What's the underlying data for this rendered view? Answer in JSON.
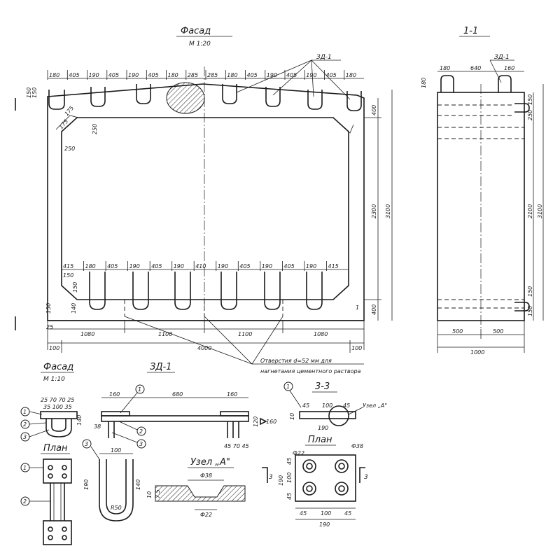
{
  "titles": {
    "facade_main": "Фасад",
    "facade_main_scale": "М 1:20",
    "section_1_1": "1-1",
    "facade_small": "Фасад",
    "facade_small_scale": "М 1:10",
    "zd1_title": "ЗД-1",
    "plan_left": "План",
    "section_3_3": "3-3",
    "plan_right": "План",
    "node_a": "Узел „А\"",
    "node_a_ref": "Узел „А\""
  },
  "labels": {
    "zd1_top": "ЗД-1",
    "zd1_section": "ЗД-1",
    "holes_note_1": "Отверстия d=52 мм для",
    "holes_note_2": "нагнетания цементного раствора",
    "section_marker": "1",
    "section_marker_b": "1",
    "mark_3_left": "3",
    "mark_3_right": "3"
  },
  "callouts": [
    "1",
    "2",
    "3"
  ],
  "dims_facade": {
    "top_chain": [
      "180",
      "405",
      "190",
      "405",
      "190",
      "405",
      "180",
      "285",
      "285",
      "180",
      "405",
      "190",
      "405",
      "190",
      "405",
      "180"
    ],
    "bottom_inner_chain": [
      "415",
      "180",
      "405",
      "190",
      "405",
      "190",
      "410",
      "190",
      "405",
      "190",
      "405",
      "190",
      "415"
    ],
    "bottom_chain": [
      "1080",
      "1100",
      "1100",
      "1080"
    ],
    "overall": "4000",
    "edge_left": "100",
    "edge_right": "100",
    "corner_chamfer": "250",
    "corner_small_a": "175",
    "corner_small_b": "175",
    "corner_top": "250",
    "right_total": "3100",
    "right_inner": "2300",
    "right_top": "400",
    "right_bottom": "400",
    "left_top_a": "150",
    "left_top_b": "150",
    "left_bottom": "150",
    "left_bottom_b": "150",
    "left_base": "25",
    "left_base_b": "140",
    "inner_left_a": "250",
    "inner_left_b": "150"
  },
  "dims_section": {
    "top_a": "180",
    "top_b": "640",
    "top_c": "160",
    "left": "180",
    "right_total": "3100",
    "right_inner": "2100",
    "right_a": "250",
    "right_b": "150",
    "right_c": "150",
    "right_d": "150",
    "bottom_a": "500",
    "bottom_b": "500",
    "bottom_total": "1000"
  },
  "dims_small": {
    "top": "25 70 70 25",
    "mid": "35 100 35",
    "height": "140",
    "zd1_a": "160",
    "zd1_b": "680",
    "zd1_c": "160",
    "zd1_side": "38",
    "zd1_bottom": "45 70 45",
    "zd1_height": "120",
    "u_width": "100",
    "u_height": "140",
    "u_radius": "R50",
    "u_side": "190",
    "node_top": "Ф38",
    "node_bottom": "Ф22",
    "node_h": "10",
    "node_h2": "7.5",
    "s33_a": "45",
    "s33_b": "100",
    "s33_c": "45",
    "s33_total": "190",
    "s33_h": "10",
    "plan_d1": "Ф22",
    "plan_d2": "Ф38",
    "plan_a": "45",
    "plan_b": "100",
    "plan_c": "45",
    "plan_total": "190",
    "plan_v1": "45",
    "plan_v2": "100",
    "plan_v3": "45",
    "plan_vt": "190"
  }
}
